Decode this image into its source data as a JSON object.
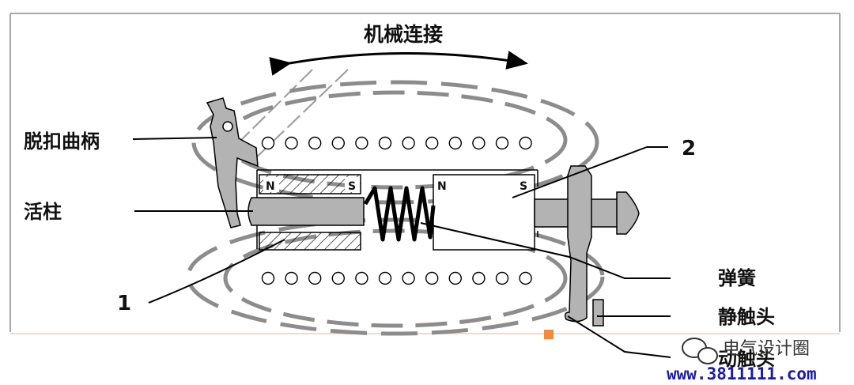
{
  "diagram": {
    "top_label": "机械连接",
    "labels": {
      "trip_crank": "脱扣曲柄",
      "plunger": "活柱",
      "callout_1": "1",
      "callout_2": "2",
      "spring": "弹簧",
      "static_contact": "静触头",
      "moving_contact": "动触头"
    },
    "magnet_left": {
      "north": "N",
      "south": "S"
    },
    "magnet_right": {
      "north": "N",
      "south": "S"
    }
  },
  "watermark": {
    "brand": "电气设计圈",
    "url": "www.3811111.com"
  },
  "colors": {
    "line": "#000000",
    "grey_part": "#b3b3b3",
    "field_line": "#8c8c8c",
    "url": "#1a1aa8",
    "marker": "#f08a3c"
  }
}
